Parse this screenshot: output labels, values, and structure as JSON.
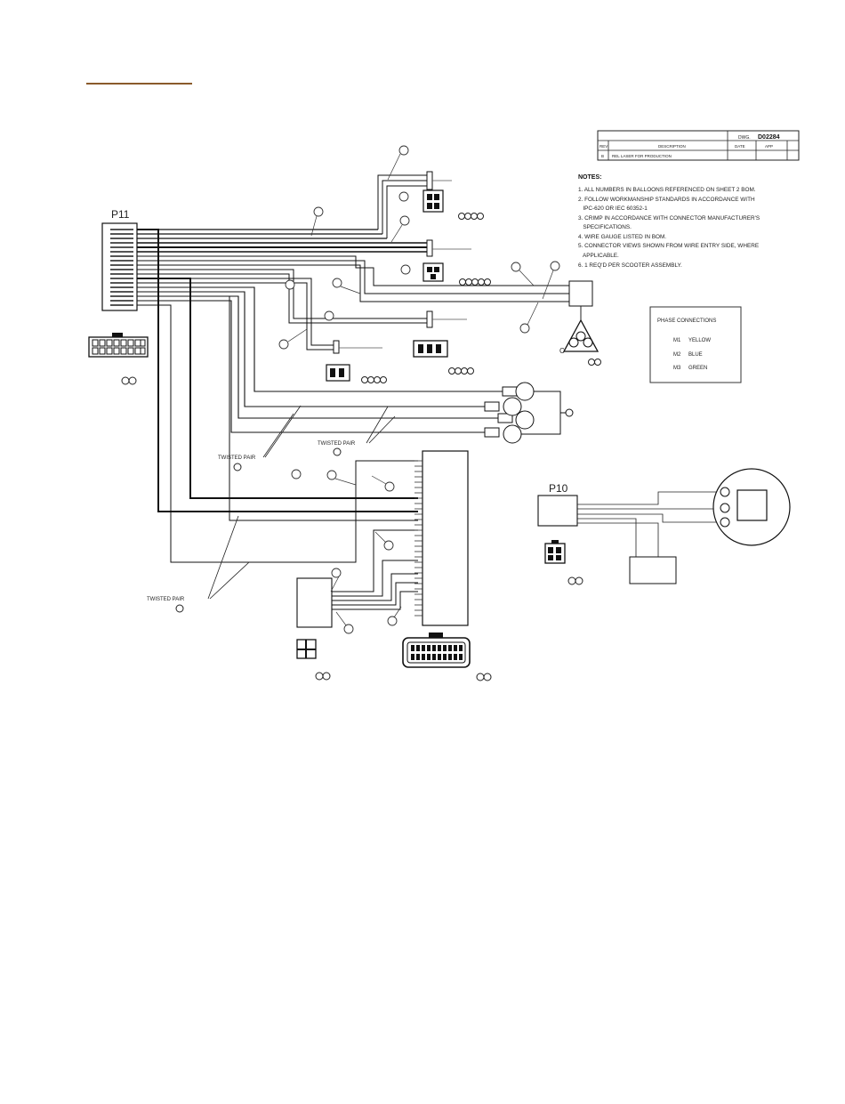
{
  "connectors": {
    "p11": "P11",
    "p10": "P10",
    "phase_c": "C"
  },
  "title_block": {
    "drawing_no_label": "DWG.",
    "drawing_no": "D02284",
    "rev_header": "REV",
    "description_header": "DESCRIPTION",
    "date_header": "DATE",
    "approved_header": "APP",
    "rev": "B",
    "description": "REL LASER FOR PRODUCTION"
  },
  "notes": {
    "heading": "NOTES:",
    "lines": [
      "1. ALL NUMBERS IN BALLOONS REFERENCED ON SHEET 2 BOM.",
      "2. FOLLOW WORKMANSHIP STANDARDS IN ACCORDANCE WITH",
      "   IPC-620 OR IEC 60352-1",
      "3. CRIMP IN ACCORDANCE WITH CONNECTOR MANUFACTURER'S",
      "   SPECIFICATIONS.",
      "4. WIRE GAUGE LISTED IN BOM.",
      "5. CONNECTOR VIEWS SHOWN FROM WIRE ENTRY SIDE, WHERE",
      "   APPLICABLE.",
      "6. 1 REQ'D PER SCOOTER ASSEMBLY."
    ]
  },
  "phase_box": {
    "title": "PHASE CONNECTIONS",
    "rows": [
      {
        "id": "M1",
        "color": "YELLOW"
      },
      {
        "id": "M2",
        "color": "BLUE"
      },
      {
        "id": "M3",
        "color": "GREEN"
      }
    ]
  },
  "twisted_pair_labels": [
    "TWISTED PAIR",
    "TWISTED PAIR",
    "TWISTED PAIR"
  ]
}
